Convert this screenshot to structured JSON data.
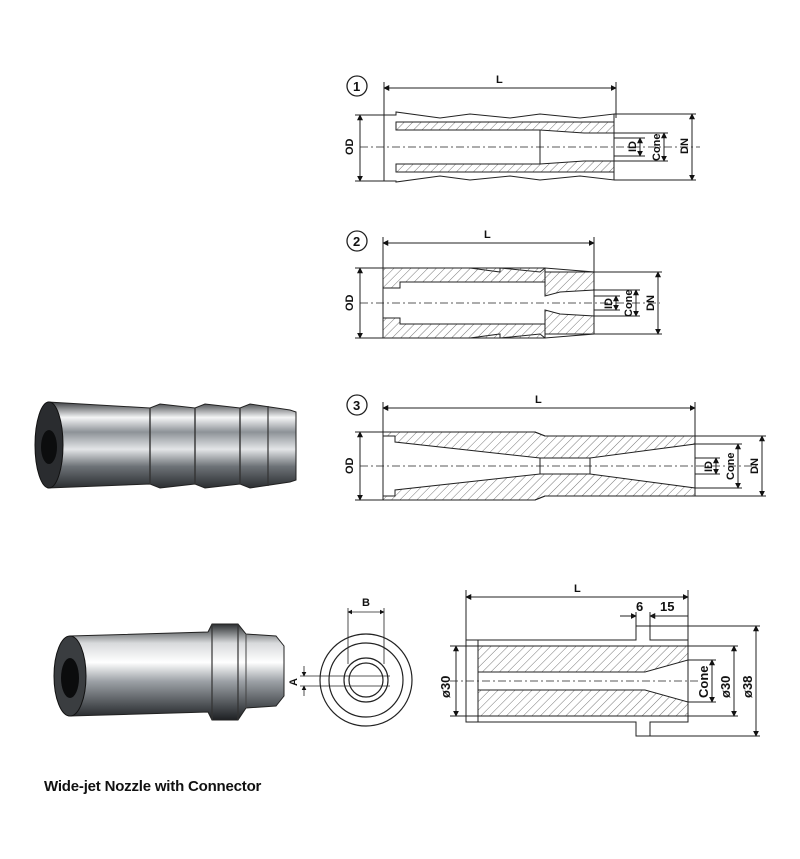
{
  "caption": "Wide-jet Nozzle with Connector",
  "drawings": [
    {
      "number": "1",
      "labels": {
        "length": "L",
        "outer": "OD",
        "inner": "ID",
        "cone": "Cone",
        "nominal": "DN"
      }
    },
    {
      "number": "2",
      "labels": {
        "length": "L",
        "outer": "OD",
        "inner": "ID",
        "cone": "Cone",
        "nominal": "DN"
      }
    },
    {
      "number": "3",
      "labels": {
        "length": "L",
        "outer": "OD",
        "inner": "ID",
        "cone": "Cone",
        "nominal": "DN"
      }
    }
  ],
  "connector_end_view": {
    "width_label": "B",
    "offset_label": "A"
  },
  "connector_section": {
    "length": "L",
    "collar": "6",
    "neck": "15",
    "bore": "ø30",
    "cone": "Cone",
    "inner_dia": "ø30",
    "outer_dia": "ø38"
  },
  "icons": [
    "nozzle-photo-icon",
    "connector-photo-icon"
  ],
  "colors": {
    "line": "#222222",
    "steel": "#9aa0a6"
  }
}
